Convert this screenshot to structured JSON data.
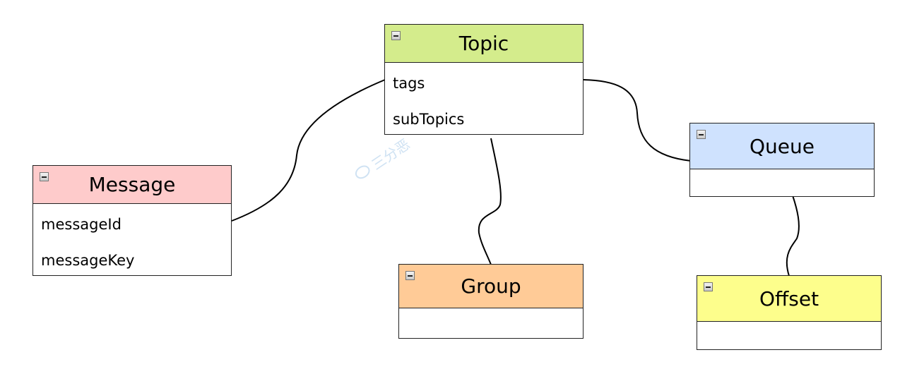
{
  "entities": {
    "topic": {
      "title": "Topic",
      "color": "#d4ec8c",
      "fields": [
        "tags",
        "subTopics"
      ]
    },
    "message": {
      "title": "Message",
      "color": "#fecbcb",
      "fields": [
        "messageId",
        "messageKey"
      ]
    },
    "group": {
      "title": "Group",
      "color": "#ffcb97",
      "fields": []
    },
    "queue": {
      "title": "Queue",
      "color": "#cfe2fe",
      "fields": []
    },
    "offset": {
      "title": "Offset",
      "color": "#fdfe8c",
      "fields": []
    }
  },
  "relations": [
    {
      "from": "topic",
      "to": "message"
    },
    {
      "from": "topic",
      "to": "group"
    },
    {
      "from": "topic",
      "to": "queue"
    },
    {
      "from": "queue",
      "to": "offset"
    }
  ],
  "watermark": "三分恶"
}
